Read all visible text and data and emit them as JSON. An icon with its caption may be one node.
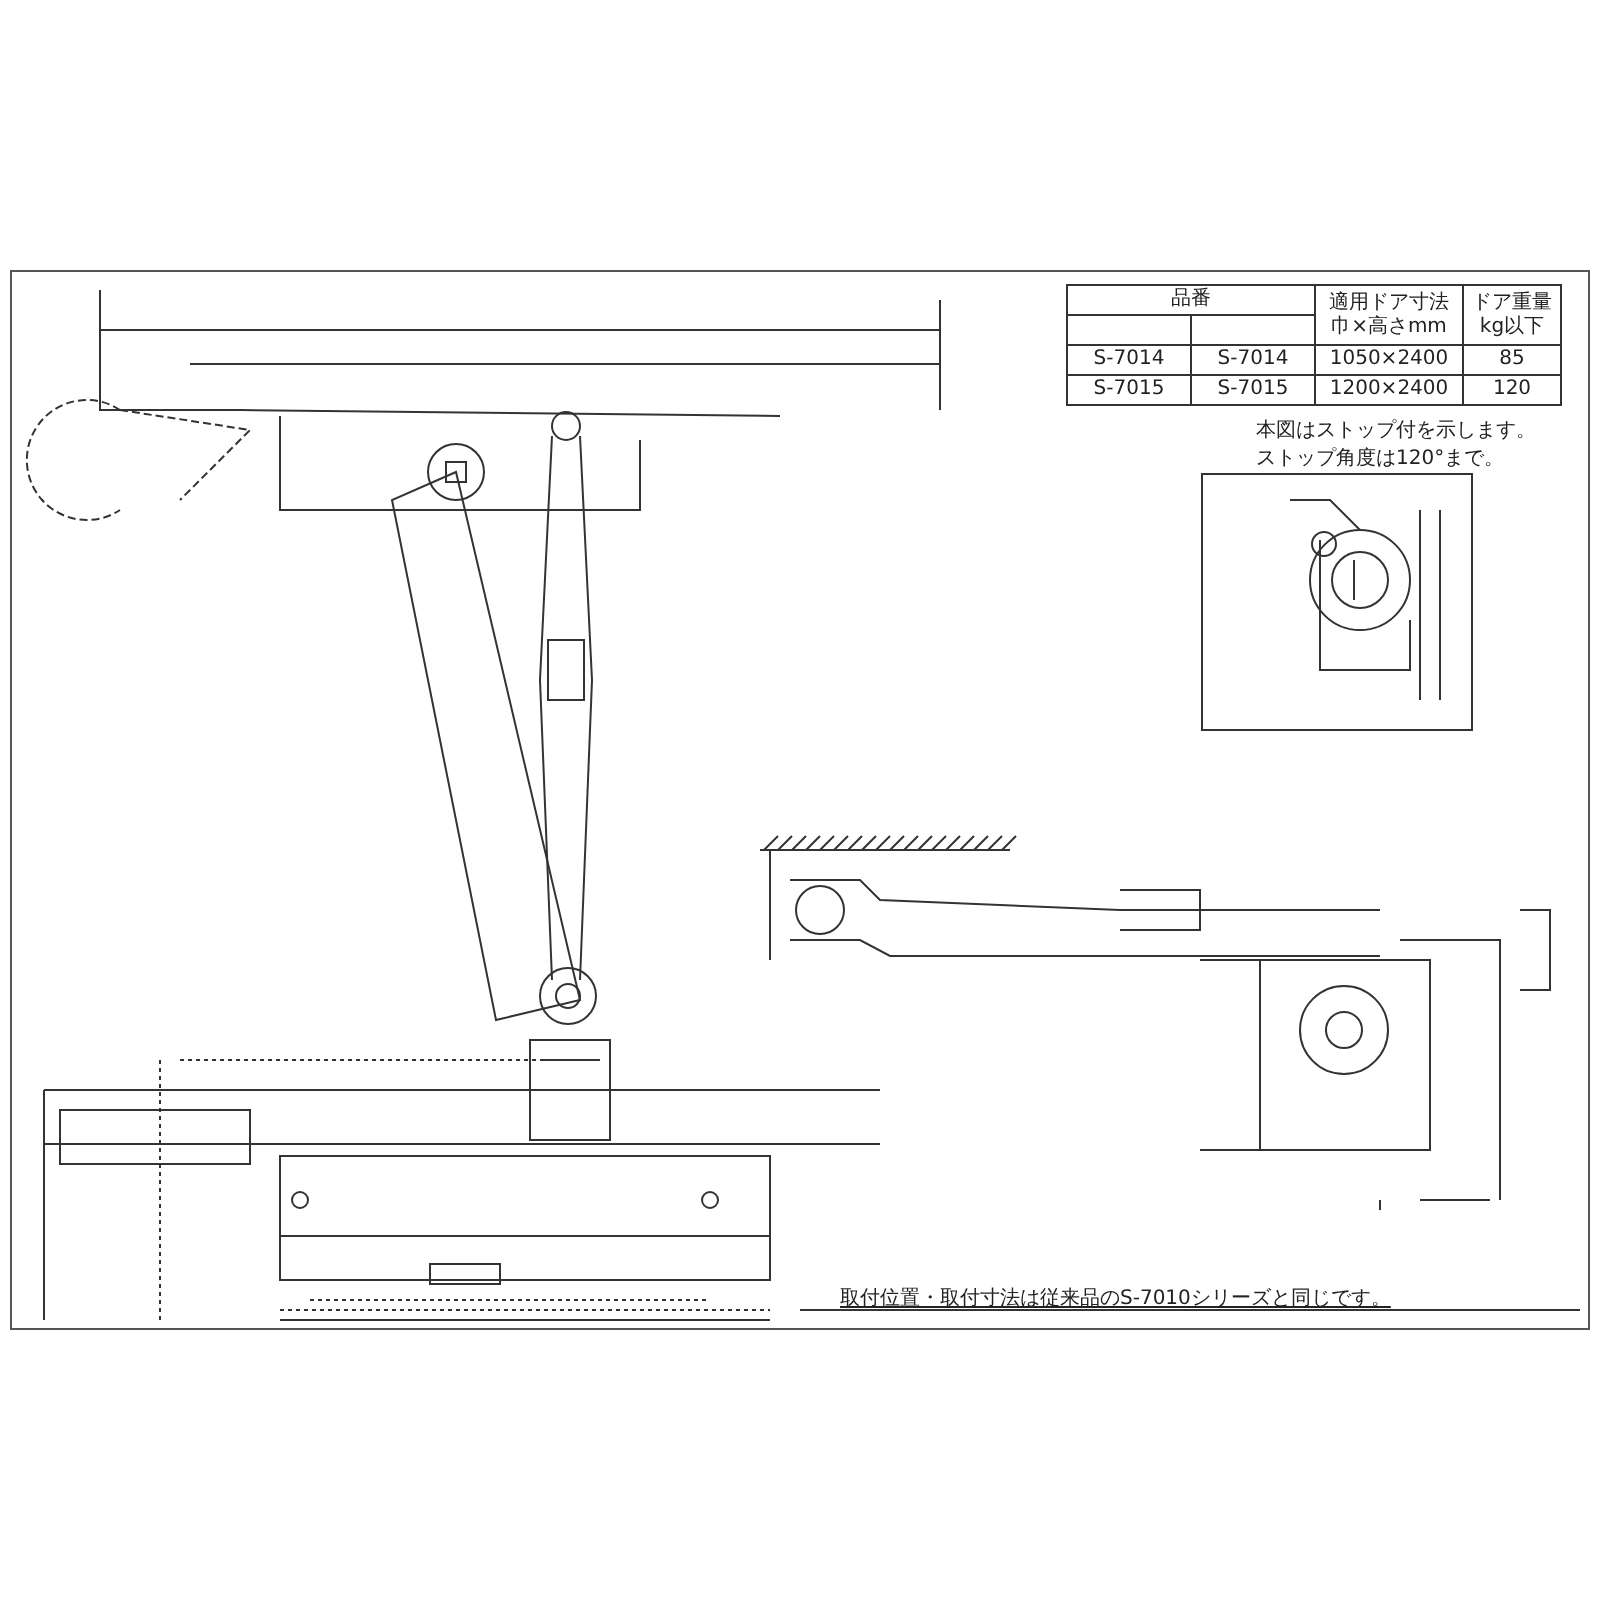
{
  "diagram": {
    "labels": [
      "品番",
      "適用ドア寸法巾×高さmm",
      "ドア重量kg以下",
      "S-7014",
      "S-7014",
      "1050×2400",
      "85",
      "S-7015",
      "S-7015",
      "1200×2400",
      "120",
      "本図はストップ付を示します。",
      "ストップ角度は120°まで。",
      "取付位置・取付寸法は従来品のS-7010シリーズと同じです。"
    ]
  }
}
